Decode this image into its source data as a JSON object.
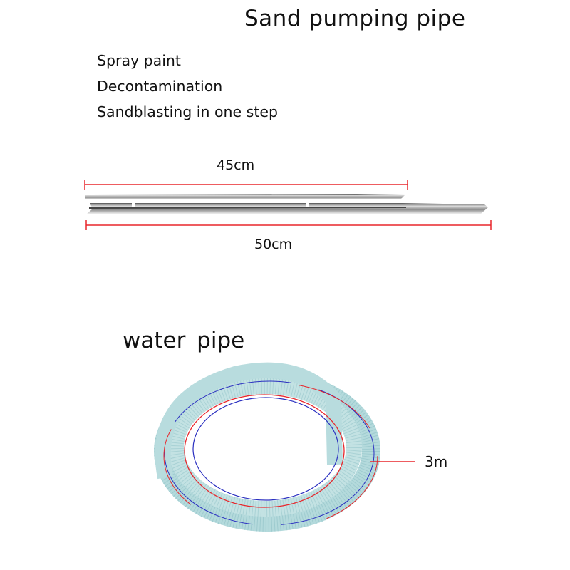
{
  "title": "Sand pumping pipe",
  "features": [
    "Spray paint",
    "Decontamination",
    "Sandblasting in one step"
  ],
  "dimensions": {
    "short_pipe": "45cm",
    "long_pipe": "50cm",
    "hose_length": "3m"
  },
  "water_pipe_label": "water  pipe",
  "colors": {
    "dimension_line": "#e8262b",
    "hose": "#a9d3d6",
    "hose_blue_stripe": "#2a2fc0"
  }
}
